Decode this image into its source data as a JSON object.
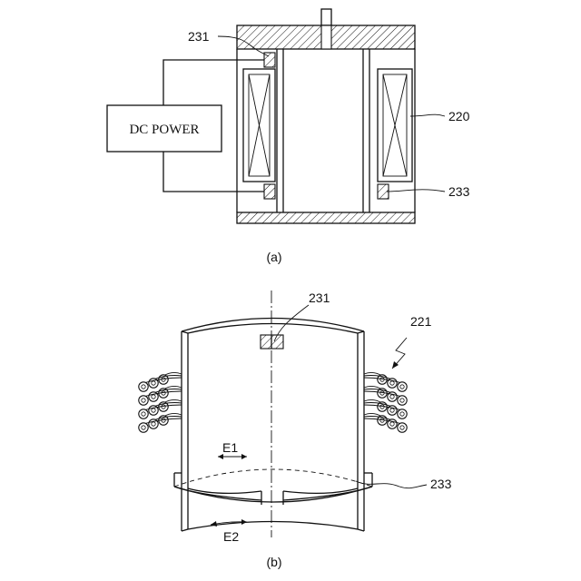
{
  "figure_a": {
    "power_label": "DC POWER",
    "ref_231": "231",
    "ref_220": "220",
    "ref_233": "233",
    "caption": "(a)"
  },
  "figure_b": {
    "ref_231": "231",
    "ref_221": "221",
    "ref_233": "233",
    "e1": "E1",
    "e2": "E2",
    "caption": "(b)"
  }
}
